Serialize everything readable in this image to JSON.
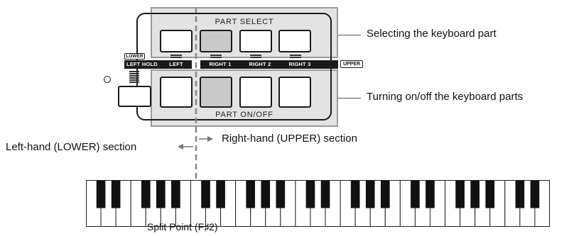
{
  "panel": {
    "part_select_label": "PART SELECT",
    "part_on_off_label": "PART ON/OFF",
    "lower_tag": "LOWER",
    "upper_tag": "UPPER",
    "strip_labels": {
      "left_hold": "LEFT HOLD",
      "left": "LEFT",
      "right1": "RIGHT 1",
      "right2": "RIGHT 2",
      "right3": "RIGHT 3"
    }
  },
  "callouts": {
    "selecting": "Selecting the keyboard part",
    "turning": "Turning on/off the keyboard parts"
  },
  "sections": {
    "left": "Left-hand (LOWER) section",
    "right": "Right-hand (UPPER) section"
  },
  "split_point_label": "Split Point (F♯2)",
  "colors": {
    "highlight_fill": "#e3e3e3",
    "highlight_border": "#9a9a9a",
    "selected_button": "#c9c9c9",
    "split_line": "#888888"
  }
}
